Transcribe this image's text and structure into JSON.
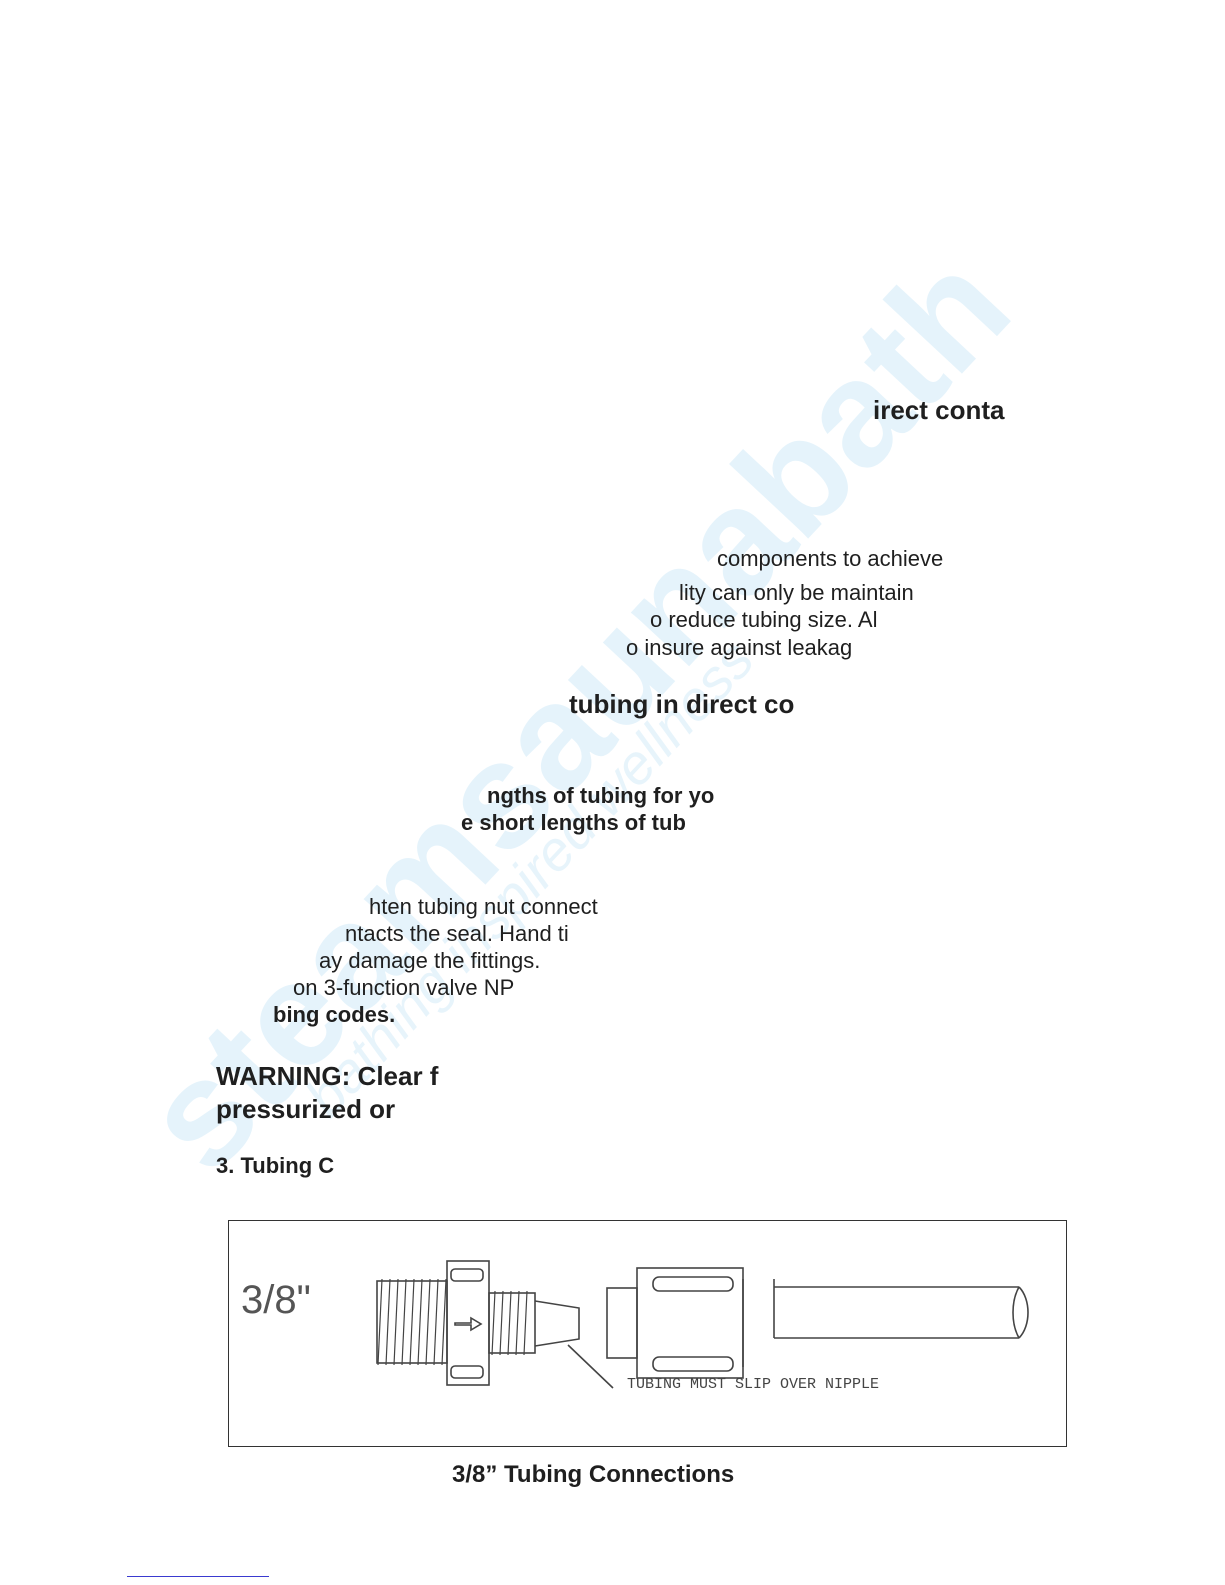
{
  "watermark": {
    "brand": "steamsaunabath",
    "tagline": "bathing inspired wellness",
    "color": "#9ccfee"
  },
  "fragments": {
    "f1": "irect conta",
    "f2": "components to achieve",
    "f3": "lity can only be maintain",
    "f4": "o reduce tubing size.  Al",
    "f5": "o insure against leakag",
    "f6": "tubing in direct co",
    "f7": "ngths of tubing for yo",
    "f8": "e short lengths of tub",
    "f9": "hten tubing nut connect",
    "f10": "ntacts the seal.  Hand ti",
    "f11": "ay damage the fittings.",
    "f12": "on 3-function valve NP",
    "f13": "bing codes.",
    "warn1": "WARNING: Clear f",
    "warn2": "pressurized or",
    "section": "3.  Tubing C"
  },
  "figure": {
    "size_label": "3/8\"",
    "callout": "TUBING MUST SLIP OVER NIPPLE",
    "caption": "3/8” Tubing Connections"
  }
}
